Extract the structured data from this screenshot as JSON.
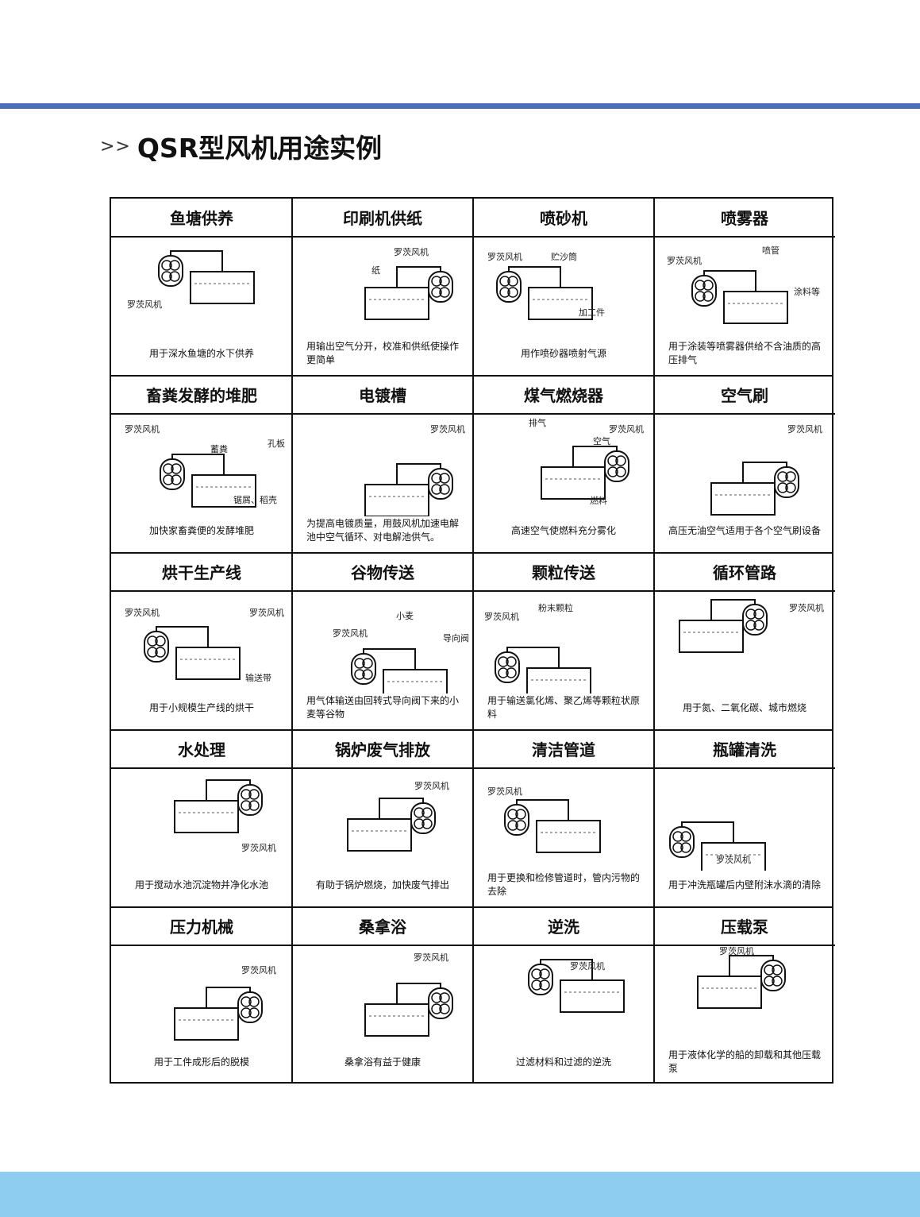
{
  "title": {
    "prefix": ">>",
    "text": "QSR型风机用途实例"
  },
  "cells": [
    {
      "name": "鱼塘供养",
      "caption": "用于深水鱼塘的水下供养",
      "labels": [
        "罗茨风机"
      ]
    },
    {
      "name": "印刷机供纸",
      "caption": "用输出空气分开，校准和供纸使操作更简单",
      "labels": [
        "罗茨风机",
        "纸"
      ]
    },
    {
      "name": "喷砂机",
      "caption": "用作喷砂器喷射气源",
      "labels": [
        "罗茨风机",
        "贮沙筒",
        "加工件"
      ]
    },
    {
      "name": "喷雾器",
      "caption": "用于涂装等喷雾器供给不含油质的高压排气",
      "labels": [
        "罗茨风机",
        "喷管",
        "涂料等"
      ]
    },
    {
      "name": "畜粪发酵的堆肥",
      "caption": "加快家畜粪便的发酵堆肥",
      "labels": [
        "罗茨风机",
        "蓄粪",
        "孔板",
        "锯屑、稻壳"
      ]
    },
    {
      "name": "电镀槽",
      "caption": "为提高电镀质量，用鼓风机加速电解池中空气循环、对电解池供气。",
      "labels": [
        "罗茨风机"
      ]
    },
    {
      "name": "煤气燃烧器",
      "caption": "高速空气使燃料充分雾化",
      "labels": [
        "排气",
        "罗茨风机",
        "空气",
        "燃料"
      ]
    },
    {
      "name": "空气刷",
      "caption": "高压无油空气适用于各个空气刷设备",
      "labels": [
        "罗茨风机"
      ]
    },
    {
      "name": "烘干生产线",
      "caption": "用于小规模生产线的烘干",
      "labels": [
        "罗茨风机",
        "罗茨风机",
        "输送带"
      ]
    },
    {
      "name": "谷物传送",
      "caption": "用气体输送由回转式导向阀下来的小麦等谷物",
      "labels": [
        "罗茨风机",
        "小麦",
        "导向阀"
      ]
    },
    {
      "name": "颗粒传送",
      "caption": "用于输送氯化烯、聚乙烯等颗粒状原料",
      "labels": [
        "罗茨风机",
        "粉末颗粒"
      ]
    },
    {
      "name": "循环管路",
      "caption": "用于氮、二氧化碳、城市燃烧",
      "labels": [
        "罗茨风机"
      ]
    },
    {
      "name": "水处理",
      "caption": "用于搅动水池沉淀物并净化水池",
      "labels": [
        "罗茨风机"
      ]
    },
    {
      "name": "锅炉废气排放",
      "caption": "有助于锅炉燃烧，加快废气排出",
      "labels": [
        "罗茨风机"
      ]
    },
    {
      "name": "清洁管道",
      "caption": "用于更换和检修管道时，管内污物的去除",
      "labels": [
        "罗茨风机"
      ]
    },
    {
      "name": "瓶罐清洗",
      "caption": "用于冲洗瓶罐后内壁附沫水滴的清除",
      "labels": [
        "罗茨风机"
      ]
    },
    {
      "name": "压力机械",
      "caption": "用于工件成形后的脱模",
      "labels": [
        "罗茨风机"
      ]
    },
    {
      "name": "桑拿浴",
      "caption": "桑拿浴有益于健康",
      "labels": [
        "罗茨风机"
      ]
    },
    {
      "name": "逆洗",
      "caption": "过滤材料和过滤的逆洗",
      "labels": [
        "罗茨风机"
      ]
    },
    {
      "name": "压载泵",
      "caption": "用于液体化学的船的卸载和其他压载泵",
      "labels": [
        "罗茨风机"
      ]
    }
  ],
  "colors": {
    "top_bar": "#4a6fb8",
    "bottom_bar": "#8ecdf0"
  }
}
